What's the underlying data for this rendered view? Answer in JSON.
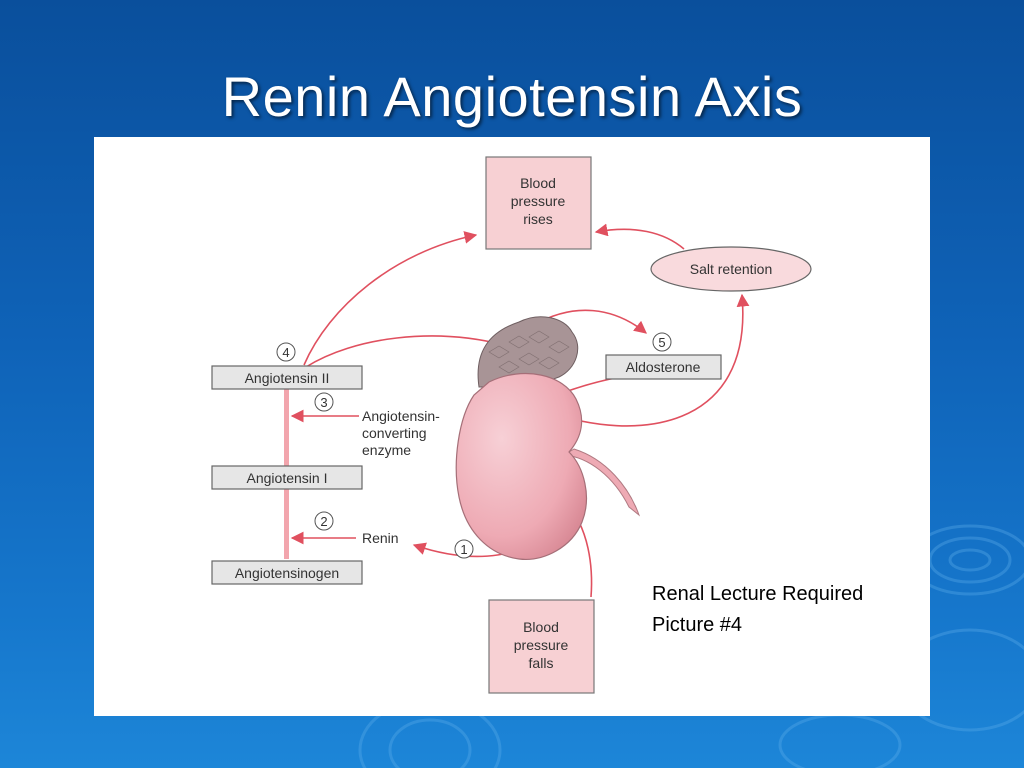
{
  "slide": {
    "title": "Renin Angiotensin Axis",
    "caption_lines": [
      "Renal Lecture Required",
      "Picture #4"
    ]
  },
  "diagram": {
    "boxes": {
      "bp_rises": [
        "Blood",
        "pressure",
        "rises"
      ],
      "bp_falls": [
        "Blood",
        "pressure",
        "falls"
      ],
      "angiotensin_ii": "Angiotensin II",
      "angiotensin_i": "Angiotensin I",
      "angiotensinogen": "Angiotensinogen",
      "aldosterone": "Aldosterone",
      "salt_retention": "Salt retention"
    },
    "labels": {
      "ace": [
        "Angiotensin-",
        "converting",
        "enzyme"
      ],
      "renin": "Renin"
    },
    "steps": [
      "1",
      "2",
      "3",
      "4",
      "5"
    ]
  },
  "colors": {
    "background": "#0f63b8",
    "arrow": "#e0505f",
    "box_fill": "#f7d0d3",
    "gray_box": "#e6e6e6",
    "kidney": "#f2b8c0",
    "adrenal": "#a89496"
  }
}
